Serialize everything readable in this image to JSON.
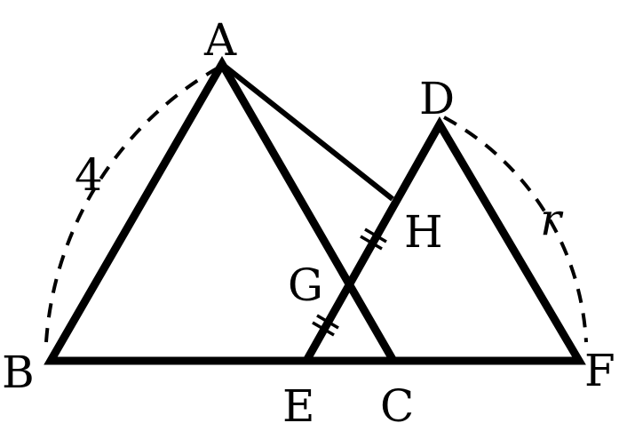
{
  "diagram": {
    "points": {
      "A": "A",
      "B": "B",
      "C": "C",
      "D": "D",
      "E": "E",
      "F": "F",
      "G": "G",
      "H": "H"
    },
    "arc_labels": {
      "left": "4",
      "right": "r"
    },
    "colors": {
      "stroke": "#000000",
      "background": "#ffffff"
    }
  }
}
